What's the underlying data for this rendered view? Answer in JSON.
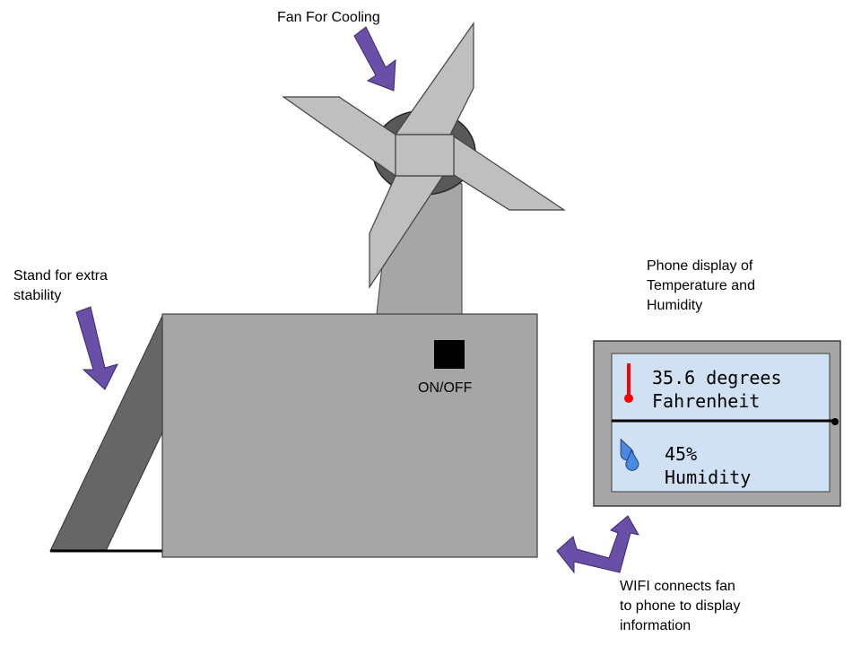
{
  "annotations": {
    "fan": "Fan For Cooling",
    "stand_line1": "Stand for extra",
    "stand_line2": "stability",
    "phone_line1": "Phone display of",
    "phone_line2": "Temperature and",
    "phone_line3": "Humidity",
    "wifi_line1": "WIFI connects fan",
    "wifi_line2": "to phone to display",
    "wifi_line3": "information"
  },
  "device": {
    "switch_label": "ON/OFF"
  },
  "phone": {
    "temperature_line1": "35.6 degrees",
    "temperature_line2": "Fahrenheit",
    "humidity_line1": "45%",
    "humidity_line2": "Humidity"
  },
  "colors": {
    "arrow": "#6a4fa8",
    "body": "#a6a6a6",
    "stand": "#666666",
    "fan_blade": "#bfbfbf",
    "hub": "#595959",
    "screen": "#d0e1f4",
    "thermometer": "#ff0000",
    "droplet": "#4a8be0"
  },
  "icons": [
    "thermometer-icon",
    "droplets-icon",
    "arrow-icon"
  ]
}
